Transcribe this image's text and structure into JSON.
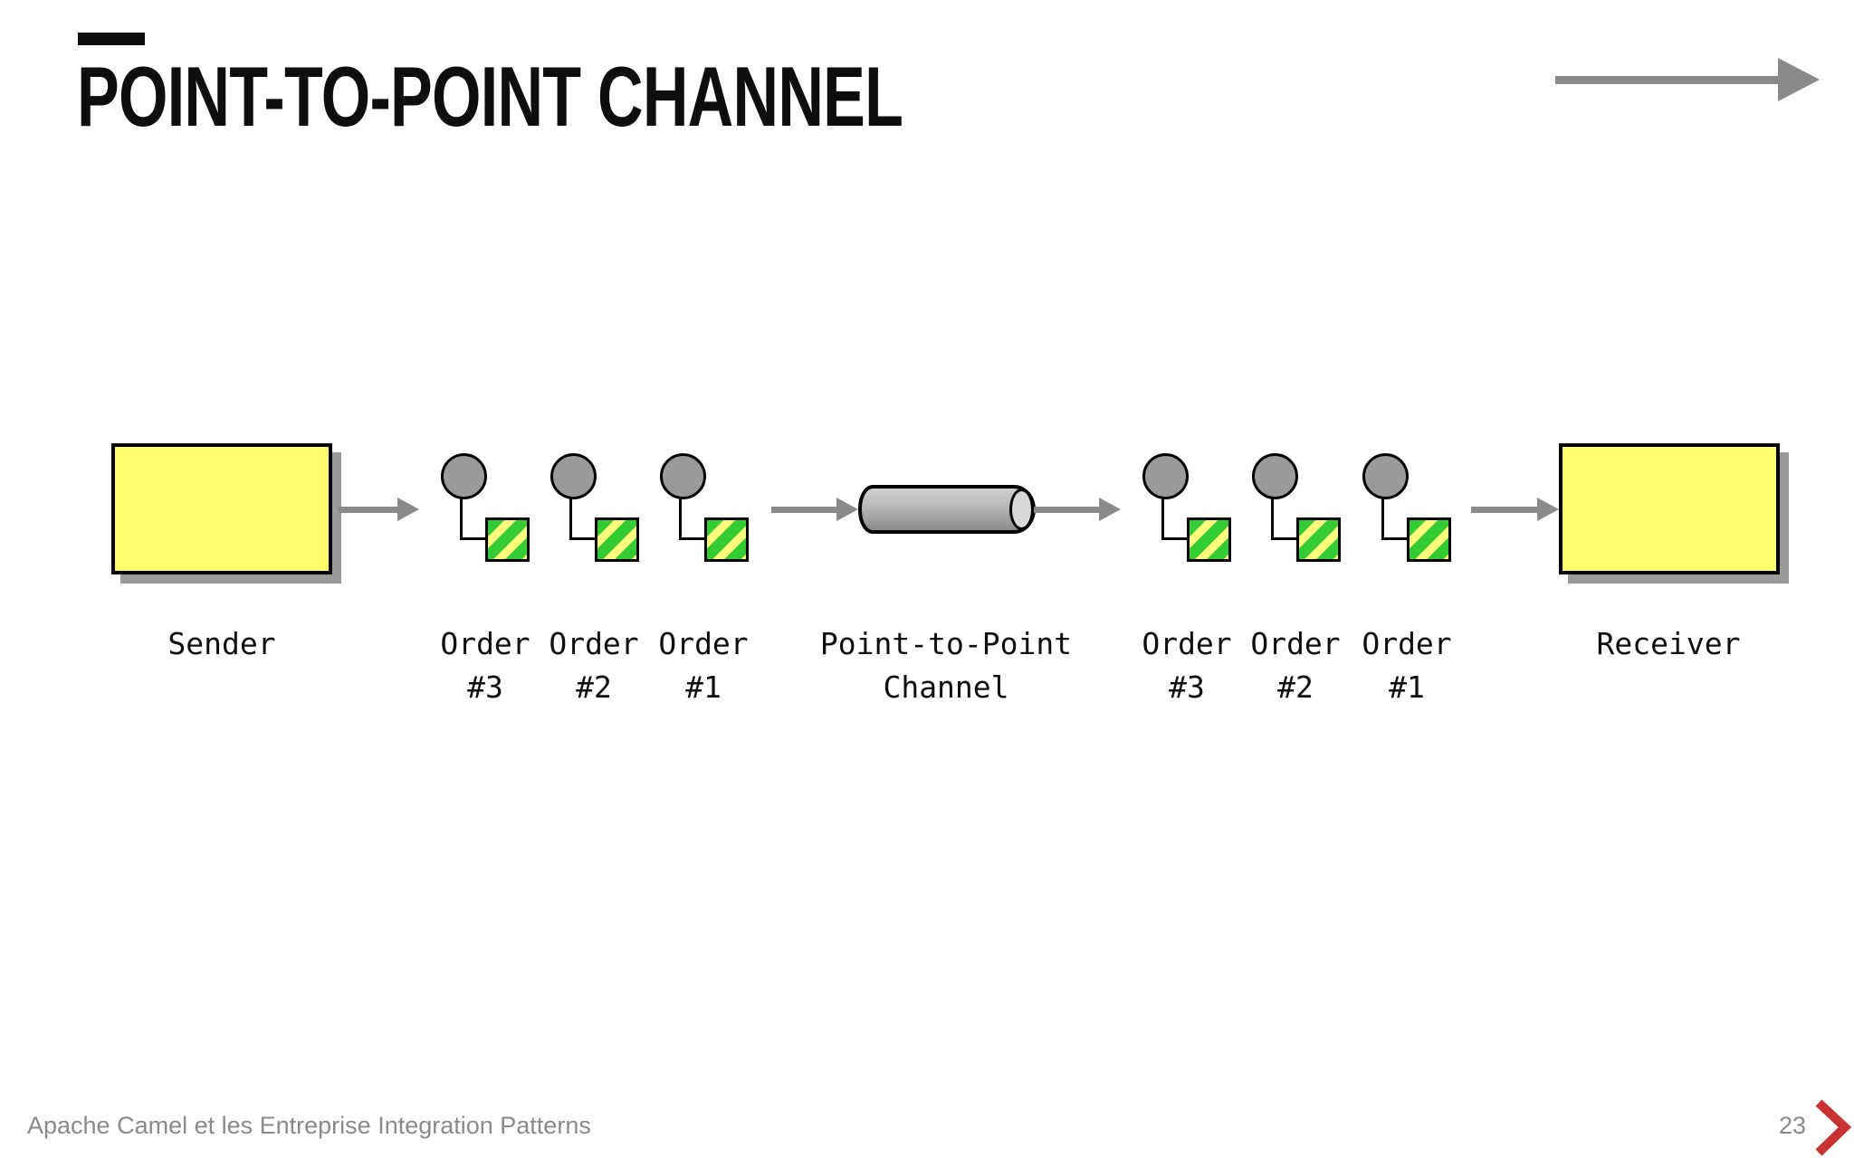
{
  "slide": {
    "title": "POINT-TO-POINT CHANNEL",
    "footer": "Apache Camel et les Entreprise Integration Patterns",
    "page_number": "23"
  },
  "diagram": {
    "sender": {
      "label": "Sender"
    },
    "receiver": {
      "label": "Receiver"
    },
    "channel": {
      "label_line1": "Point-to-Point",
      "label_line2": "Channel"
    },
    "left_orders": [
      {
        "line1": "Order",
        "line2": "#3"
      },
      {
        "line1": "Order",
        "line2": "#2"
      },
      {
        "line1": "Order",
        "line2": "#1"
      }
    ],
    "right_orders": [
      {
        "line1": "Order",
        "line2": "#3"
      },
      {
        "line1": "Order",
        "line2": "#2"
      },
      {
        "line1": "Order",
        "line2": "#1"
      }
    ],
    "colors": {
      "endpoint_fill": "#FFFF6E",
      "message_square_green": "#33CC33",
      "message_square_stripe": "#FFFF7D",
      "message_circle_gray": "#9A9A9A",
      "arrow_gray": "#8A8A8A",
      "shadow_gray": "#9A9A9A",
      "chevron_red": "#C83232",
      "footer_gray": "#8A8A8A"
    }
  }
}
